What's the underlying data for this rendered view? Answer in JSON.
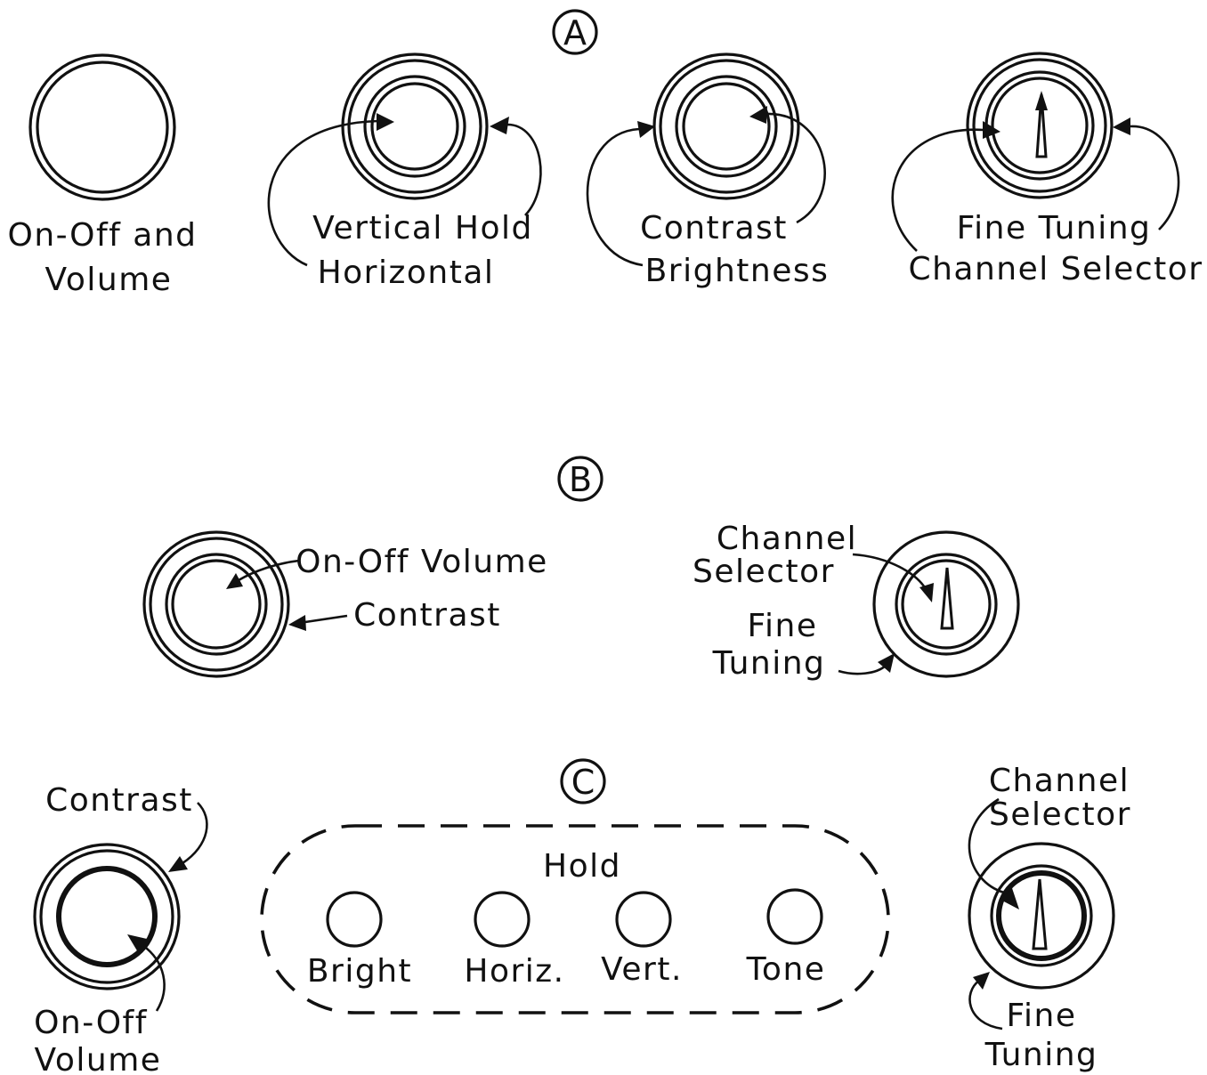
{
  "sections": {
    "a": {
      "letter": "A",
      "labels": {
        "on_off_and": "On-Off and",
        "volume": "Volume",
        "vertical_hold": "Vertical Hold",
        "horizontal": "Horizontal",
        "contrast": "Contrast",
        "brightness": "Brightness",
        "fine_tuning": "Fine Tuning",
        "channel_selector": "Channel Selector"
      }
    },
    "b": {
      "letter": "B",
      "labels": {
        "on_off_volume": "On-Off Volume",
        "contrast": "Contrast",
        "channel": "Channel",
        "selector": "Selector",
        "fine": "Fine",
        "tuning": "Tuning"
      }
    },
    "c": {
      "letter": "C",
      "labels": {
        "contrast": "Contrast",
        "on_off": "On-Off",
        "volume": "Volume",
        "hold": "Hold",
        "bright": "Bright",
        "horiz": "Horiz.",
        "vert": "Vert.",
        "tone": "Tone",
        "channel": "Channel",
        "selector": "Selector",
        "fine": "Fine",
        "tuning": "Tuning"
      }
    }
  }
}
